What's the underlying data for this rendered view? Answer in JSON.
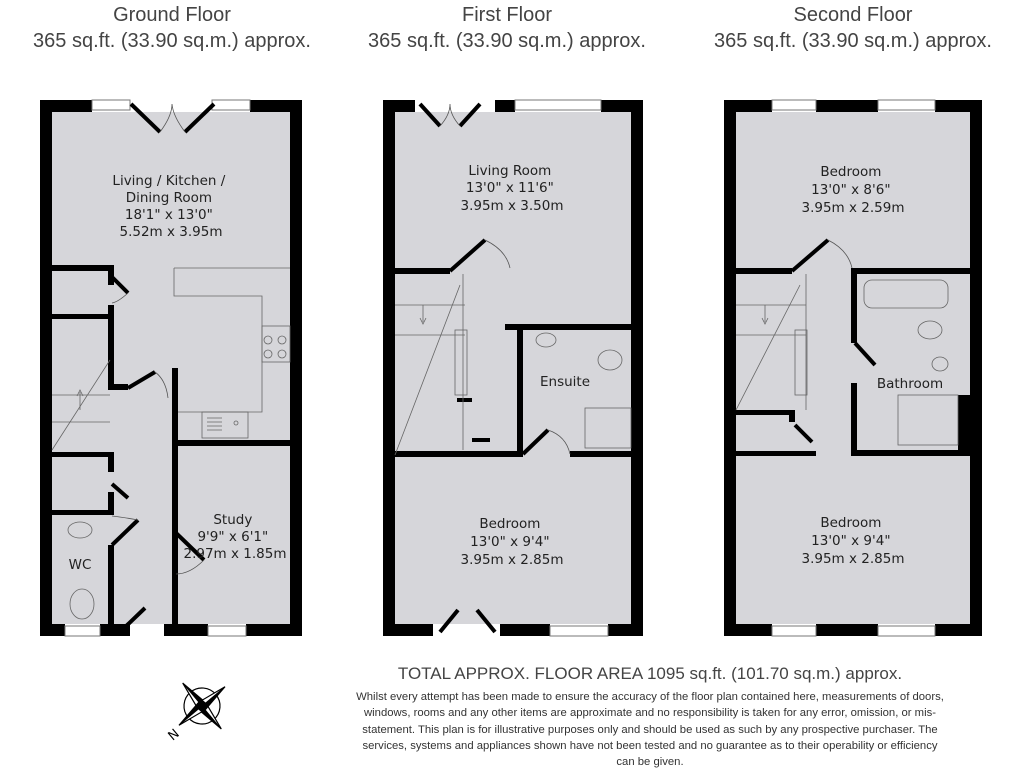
{
  "floors": [
    {
      "name": "Ground Floor",
      "area": "365 sq.ft. (33.90 sq.m.) approx."
    },
    {
      "name": "First Floor",
      "area": "365 sq.ft. (33.90 sq.m.) approx."
    },
    {
      "name": "Second Floor",
      "area": "365 sq.ft. (33.90 sq.m.) approx."
    }
  ],
  "rooms": {
    "ground": {
      "living": [
        "Living / Kitchen /",
        "Dining Room",
        "18'1\" x 13'0\"",
        "5.52m x 3.95m"
      ],
      "study": [
        "Study",
        "9'9\" x 6'1\"",
        "2.97m x 1.85m"
      ],
      "wc": "WC"
    },
    "first": {
      "living": [
        "Living Room",
        "13'0\" x 11'6\"",
        "3.95m x 3.50m"
      ],
      "ensuite": "Ensuite",
      "bedroom": [
        "Bedroom",
        "13'0\" x 9'4\"",
        "3.95m x 2.85m"
      ]
    },
    "second": {
      "bedroom1": [
        "Bedroom",
        "13'0\" x 8'6\"",
        "3.95m x 2.59m"
      ],
      "bathroom": "Bathroom",
      "bedroom2": [
        "Bedroom",
        "13'0\" x 9'4\"",
        "3.95m x 2.85m"
      ]
    }
  },
  "compass": {
    "label": "N"
  },
  "total_area": "TOTAL APPROX. FLOOR AREA 1095 sq.ft. (101.70 sq.m.) approx.",
  "disclaimer": "Whilst every attempt has been made to ensure the accuracy of the floor plan contained here, measurements of doors, windows, rooms and any other items are approximate and no responsibility is taken for any error, omission, or mis-statement. This plan is for illustrative purposes only and should be used as such by any prospective purchaser. The services, systems and appliances shown have not been tested and no guarantee as to their operability or efficiency can be given."
}
